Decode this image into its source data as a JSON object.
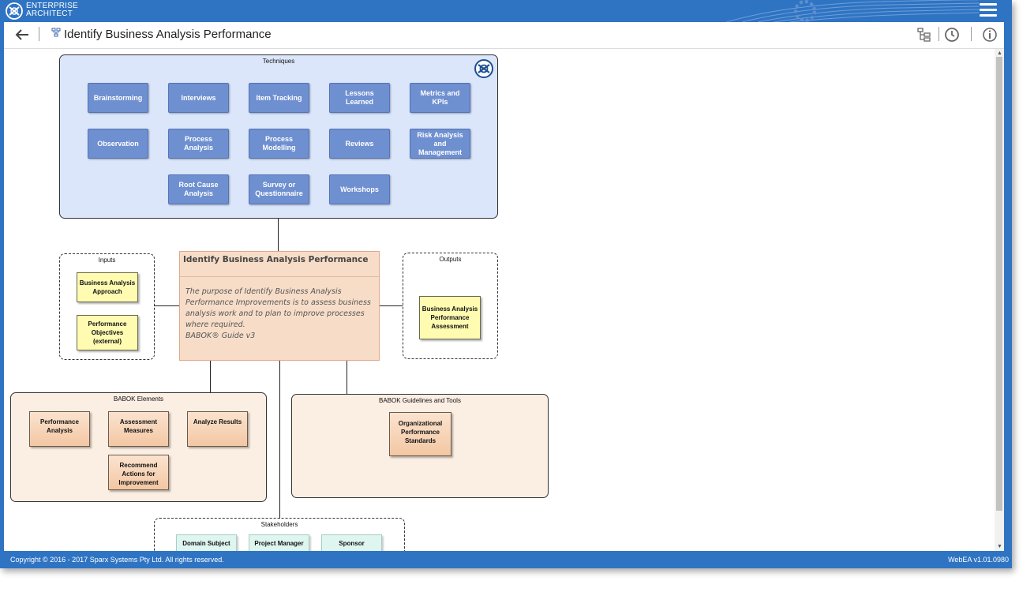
{
  "app": {
    "brand_line1": "ENTERPRISE",
    "brand_line2": "ARCHITECT",
    "accent_color": "#2f74c3"
  },
  "toolbar": {
    "title": "Identify Business Analysis Performance",
    "icons": [
      "back-arrow-icon",
      "diagram-icon",
      "browser-tree-icon",
      "history-clock-icon",
      "info-icon"
    ]
  },
  "diagram": {
    "techniques": {
      "label": "Techniques",
      "items": [
        "Brainstorming",
        "Interviews",
        "Item Tracking",
        "Lessons Learned",
        "Metrics and KPIs",
        "Observation",
        "Process Analysis",
        "Process Modelling",
        "Reviews",
        "Risk Analysis and Management",
        "Root Cause Analysis",
        "Survey or Questionnaire",
        "Workshops"
      ]
    },
    "inputs": {
      "label": "Inputs",
      "items": [
        "Business Analysis Approach",
        "Performance Objectives (external)"
      ]
    },
    "center": {
      "title": "Identify Business Analysis Performance",
      "description": "The purpose of Identify Business Analysis Performance Improvements is to assess business analysis work and to plan to improve processes where required.",
      "reference": "BABOK® Guide v3"
    },
    "outputs": {
      "label": "Outputs",
      "items": [
        "Business Analysis Performance Assessment"
      ]
    },
    "babok_elements": {
      "label": "BABOK Elements",
      "items": [
        "Performance Analysis",
        "Assessment Measures",
        "Analyze Results",
        "Recommend Actions for Improvement"
      ]
    },
    "guidelines": {
      "label": "BABOK Guidelines and Tools",
      "items": [
        "Organizational Performance Standards"
      ]
    },
    "stakeholders": {
      "label": "Stakeholders",
      "items": [
        "Domain Subject",
        "Project Manager",
        "Sponsor"
      ]
    }
  },
  "footer": {
    "copyright": "Copyright © 2016 - 2017 Sparx Systems Pty Ltd. All rights reserved.",
    "version": "WebEA v1.01.0980"
  }
}
